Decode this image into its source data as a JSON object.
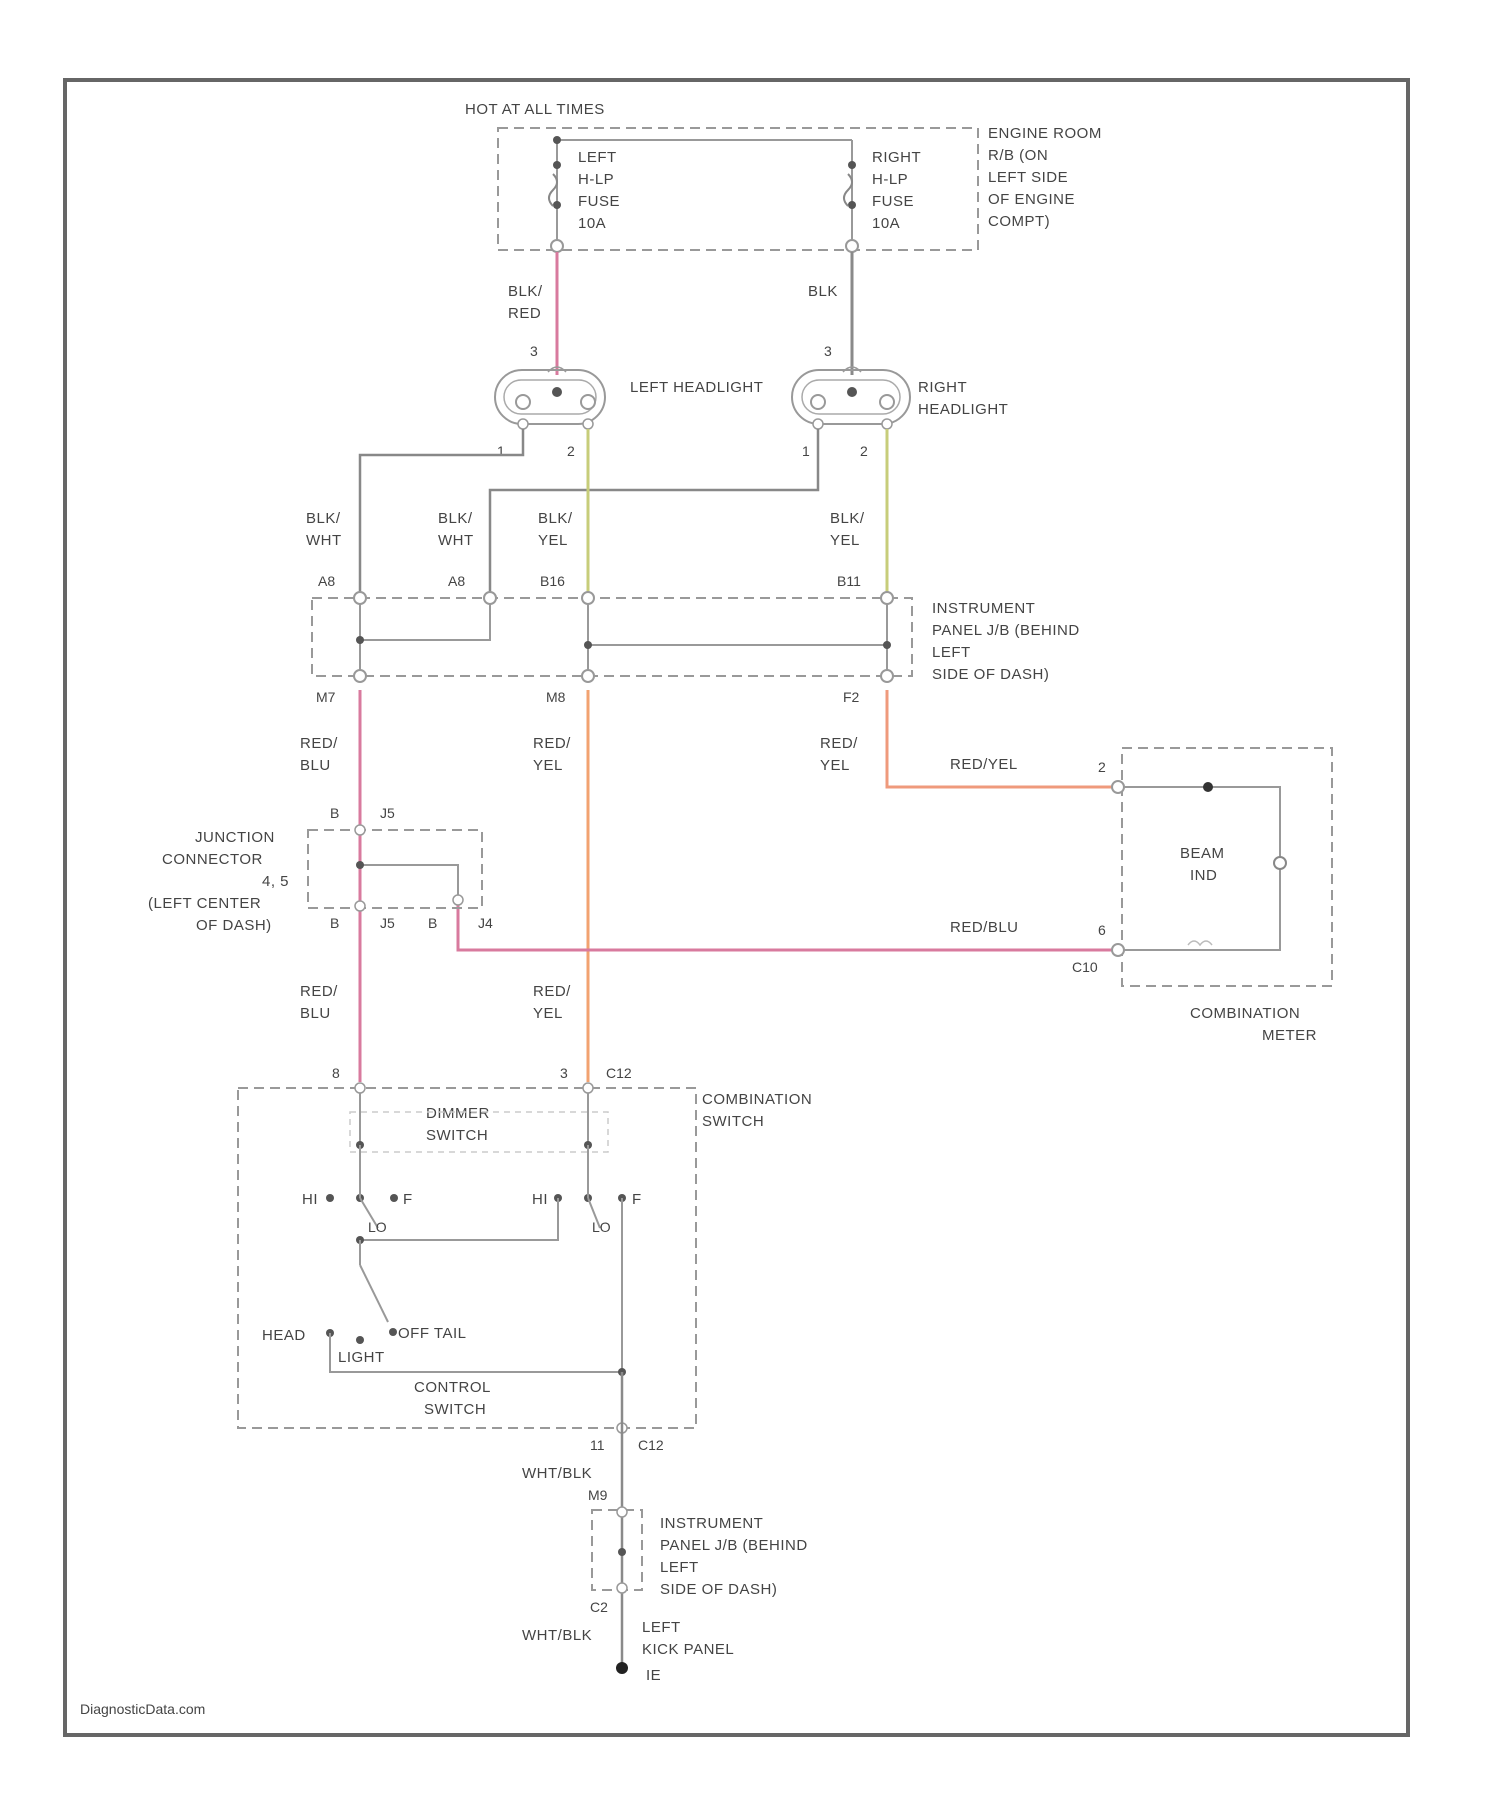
{
  "fuse_box": {
    "hot_at_all_times": "HOT AT ALL TIMES",
    "location": [
      "ENGINE ROOM",
      "R/B (ON",
      "LEFT SIDE",
      "OF ENGINE",
      "COMPT)"
    ],
    "left_fuse": [
      "LEFT",
      "H-LP",
      "FUSE",
      "10A"
    ],
    "right_fuse": [
      "RIGHT",
      "H-LP",
      "FUSE",
      "10A"
    ]
  },
  "headlights": {
    "left": "LEFT HEADLIGHT",
    "right": [
      "RIGHT",
      "HEADLIGHT"
    ],
    "pin_1": "1",
    "pin_2": "2",
    "pin_3": "3"
  },
  "wires": {
    "blk_red": [
      "BLK/",
      "RED"
    ],
    "blk": "BLK",
    "blk_wht_1": [
      "BLK/",
      "WHT"
    ],
    "blk_wht_2": [
      "BLK/",
      "WHT"
    ],
    "blk_yel_1": [
      "BLK/",
      "YEL"
    ],
    "blk_yel_2": [
      "BLK/",
      "YEL"
    ],
    "red_blu_1": [
      "RED/",
      "BLU"
    ],
    "red_yel_1": [
      "RED/",
      "YEL"
    ],
    "red_yel_2": [
      "RED/",
      "YEL"
    ],
    "red_blu_2": [
      "RED/",
      "BLU"
    ],
    "red_yel_3": [
      "RED/",
      "YEL"
    ],
    "red_yel_h": "RED/YEL",
    "red_blu_h": "RED/BLU",
    "wht_blk_1": "WHT/BLK",
    "wht_blk_2": "WHT/BLK"
  },
  "junction_block": {
    "label": [
      "INSTRUMENT",
      "PANEL J/B (BEHIND",
      "LEFT",
      "SIDE OF DASH)"
    ],
    "top_pins": [
      "A8",
      "A8",
      "B16",
      "B11"
    ],
    "bottom_pins": [
      "M7",
      "M8",
      "F2"
    ]
  },
  "junction_connector": {
    "label": [
      "JUNCTION",
      "CONNECTOR",
      "4, 5",
      "(LEFT CENTER",
      "OF DASH)"
    ],
    "pin_top": "B",
    "jack_top": "J5",
    "pin_bl": "B",
    "jack_bl": "J5",
    "pin_br": "B",
    "jack_br": "J4"
  },
  "combination_meter": {
    "label": [
      "COMBINATION",
      "METER"
    ],
    "indicator": [
      "BEAM",
      "IND"
    ],
    "pin_top": "2",
    "pin_bottom": "6",
    "connector": "C10"
  },
  "combination_switch": {
    "label": [
      "COMBINATION",
      "SWITCH"
    ],
    "dimmer": [
      "DIMMER",
      "SWITCH"
    ],
    "pin_left": "8",
    "pin_mid": "3",
    "connector_top": "C12",
    "hi_1": "HI",
    "lo_1": "LO",
    "f_1": "F",
    "hi_2": "HI",
    "lo_2": "LO",
    "f_2": "F",
    "head": "HEAD",
    "light": "LIGHT",
    "off_tail": "OFF TAIL",
    "control": [
      "CONTROL",
      "SWITCH"
    ],
    "pin_bottom": "11",
    "connector_bottom": "C12"
  },
  "ground": {
    "junction_label": [
      "INSTRUMENT",
      "PANEL J/B (BEHIND",
      "LEFT",
      "SIDE OF DASH)"
    ],
    "pin_top": "M9",
    "pin_bottom": "C2",
    "location": [
      "LEFT",
      "KICK PANEL"
    ],
    "ground_id": "IE"
  },
  "watermark": "DiagnosticData.com",
  "colors": {
    "pink": "#d87a9e",
    "orange": "#f2a270",
    "salmon": "#ef9a7c",
    "yellow_green": "#c7cd7a",
    "gray": "#8a8a8a",
    "frame": "#666666"
  }
}
